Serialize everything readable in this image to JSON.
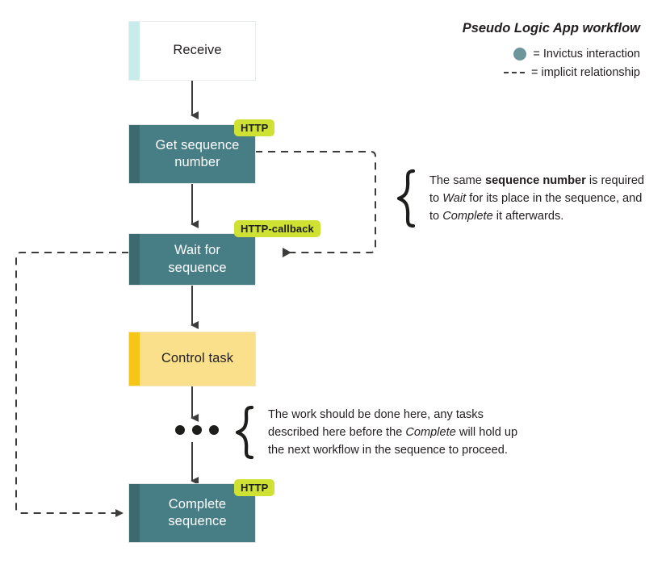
{
  "diagram": {
    "title": "Pseudo Logic App workflow",
    "accent_teal": "#477d85",
    "accent_teal_dark": "#3b6a71",
    "accent_yellow": "#fbe08b",
    "accent_yellow_dark": "#f5c518",
    "accent_cyan": "#c8ecec",
    "badge_color": "#cfe234",
    "edge_color": "#3c3c3b",
    "nodes": [
      {
        "id": "receive",
        "label": "Receive",
        "style": "white",
        "badge": null
      },
      {
        "id": "get",
        "label": "Get sequence\nnumber",
        "style": "teal",
        "badge": "HTTP"
      },
      {
        "id": "wait",
        "label": "Wait for\nsequence",
        "style": "teal",
        "badge": "HTTP-callback"
      },
      {
        "id": "control",
        "label": "Control task",
        "style": "yellow",
        "badge": null
      },
      {
        "id": "complete",
        "label": "Complete\nsequence",
        "style": "teal",
        "badge": "HTTP"
      }
    ],
    "ellipsis": "•••",
    "legend": {
      "items": [
        {
          "swatch": "dot",
          "label": "= Invictus interaction"
        },
        {
          "swatch": "dash",
          "label": "= implicit relationship"
        }
      ]
    },
    "annotations": [
      {
        "id": "sequence-number-note",
        "lines": [
          [
            {
              "t": "The same ",
              "s": "n"
            },
            {
              "t": "sequence number",
              "s": "b"
            },
            {
              "t": " is required",
              "s": "n"
            }
          ],
          [
            {
              "t": "to ",
              "s": "n"
            },
            {
              "t": "Wait",
              "s": "i"
            },
            {
              "t": " for its place in the sequence, and",
              "s": "n"
            }
          ],
          [
            {
              "t": "to ",
              "s": "n"
            },
            {
              "t": "Complete",
              "s": "i"
            },
            {
              "t": " it afterwards.",
              "s": "n"
            }
          ]
        ]
      },
      {
        "id": "work-here-note",
        "lines": [
          [
            {
              "t": "The work should be done here, any tasks",
              "s": "n"
            }
          ],
          [
            {
              "t": "described here before the ",
              "s": "n"
            },
            {
              "t": "Complete",
              "s": "i"
            },
            {
              "t": " will hold up",
              "s": "n"
            }
          ],
          [
            {
              "t": "the next workflow in the sequence to proceed.",
              "s": "n"
            }
          ]
        ]
      }
    ]
  }
}
